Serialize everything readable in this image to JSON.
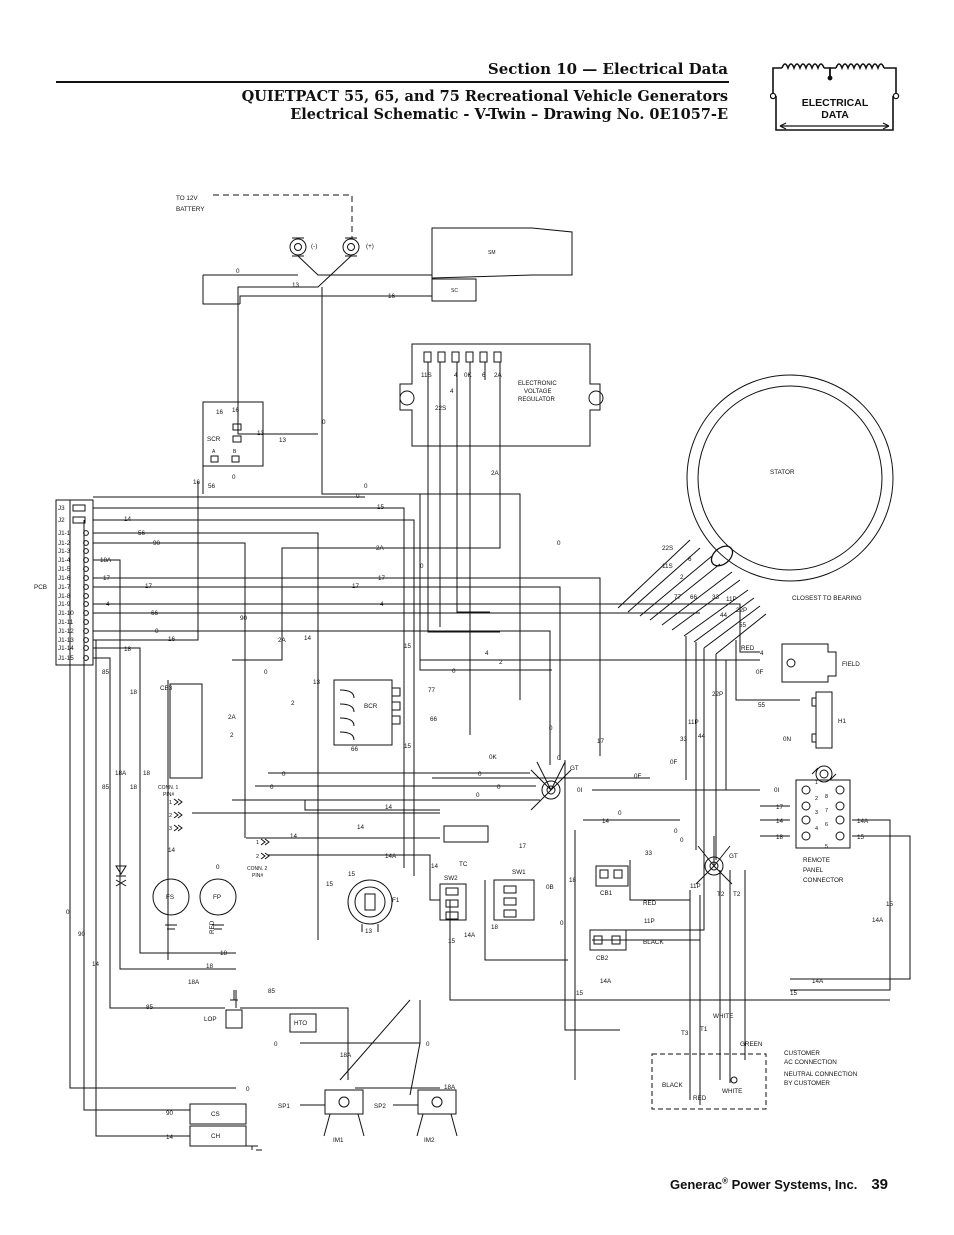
{
  "header": {
    "section": "Section 10 — Electrical Data",
    "title_line1": "QUIETPACT 55, 65, and 75 Recreational Vehicle Generators",
    "title_line2": "Electrical Schematic - V-Twin – Drawing No. 0E1057-E",
    "badge_line1": "ELECTRICAL",
    "badge_line2": "DATA"
  },
  "footer": {
    "company": "Generac",
    "company_rest": " Power Systems, Inc.",
    "registered": "®",
    "page_number": "39"
  },
  "diagram": {
    "battery": {
      "line1": "TO 12V",
      "line2": "BATTERY",
      "neg": "(-)",
      "pos": "(+)"
    },
    "components": {
      "sm": "SM",
      "sc": "SC",
      "scr": "SCR",
      "scr_a": "A",
      "scr_b": "B",
      "evr_line1": "ELECTRONIC",
      "evr_line2": "VOLTAGE",
      "evr_line3": "REGULATOR",
      "stator": "STATOR",
      "pcb": "PCB",
      "cb3": "CB3",
      "bcr": "BCR",
      "fs": "FS",
      "fp": "FP",
      "tc": "TC",
      "sw1": "SW1",
      "sw2": "SW2",
      "f1": "F1",
      "cb1": "CB1",
      "cb2": "CB2",
      "gt": "GT",
      "gt2": "GT",
      "field": "FIELD",
      "closest": "CLOSEST TO BEARING",
      "h1": "H1",
      "remote_line1": "REMOTE",
      "remote_line2": "PANEL",
      "remote_line3": "CONNECTOR",
      "hto": "HTO",
      "lop": "LOP",
      "cs": "CS",
      "ch": "CH",
      "sp1": "SP1",
      "sp2": "SP2",
      "im1": "IM1",
      "im2": "IM2",
      "conn1_line1": "CONN. 1",
      "conn1_line2": "PIN#",
      "conn2_line1": "CONN. 2",
      "conn2_line2": "PIN#",
      "customer_line1": "CUSTOMER",
      "customer_line2": "AC CONNECTION",
      "customer_line3": "NEUTRAL CONNECTION",
      "customer_line4": "BY CUSTOMER"
    },
    "pcb_pins": [
      "J3",
      "J2",
      "J1-1",
      "J1-2",
      "J1-3",
      "J1-4",
      "J1-5",
      "J1-6",
      "J1-7",
      "J1-8",
      "J1-9",
      "J1-10",
      "J1-11",
      "J1-12",
      "J1-13",
      "J1-14",
      "J1-15"
    ],
    "pcb_wire_labels": [
      "15",
      "14",
      "56",
      "90",
      "",
      "18A",
      "",
      "17",
      "",
      "4",
      "66",
      "",
      "0",
      "16",
      "18",
      "85",
      ""
    ],
    "evr_terminals": [
      "11S",
      "4",
      "0K",
      "6",
      "2A",
      "22S"
    ],
    "stator_leads": [
      "22S",
      "11S",
      "6",
      "2",
      "77",
      "66",
      "33",
      "11P",
      "22P",
      "44",
      "55"
    ],
    "remote_pins": [
      "1",
      "2",
      "3",
      "4",
      "5",
      "6",
      "7",
      "8"
    ],
    "remote_wires": [
      "0I",
      "17",
      "14",
      "18",
      "14A",
      "15"
    ],
    "conn1_pins": [
      "1",
      "2",
      "3"
    ],
    "conn1_wires": [
      "0",
      "90",
      "14"
    ],
    "conn2_pins": [
      "1",
      "2"
    ],
    "wire_colors": [
      "RED",
      "BLACK",
      "WHITE",
      "GREEN"
    ],
    "wire_labels": {
      "w0": "0",
      "w13": "13",
      "w16": "16",
      "w56": "56",
      "w2a": "2A",
      "w2": "2",
      "w4": "4",
      "w15": "15",
      "w14": "14",
      "w14a": "14A",
      "w17": "17",
      "w18": "18",
      "w18a": "18A",
      "w85": "85",
      "w90": "90",
      "w66": "66",
      "w77": "77",
      "w33": "33",
      "w0k": "0K",
      "w0f": "0F",
      "w0i": "0I",
      "w0b": "0B",
      "w0n": "0N",
      "w11p": "11P",
      "w22p": "22P",
      "w44": "44",
      "w55": "55",
      "w6": "6",
      "t1": "T1",
      "t2": "T2",
      "t3": "T3",
      "t2b": "T2",
      "w11s": "11S",
      "w22s": "22S"
    }
  }
}
